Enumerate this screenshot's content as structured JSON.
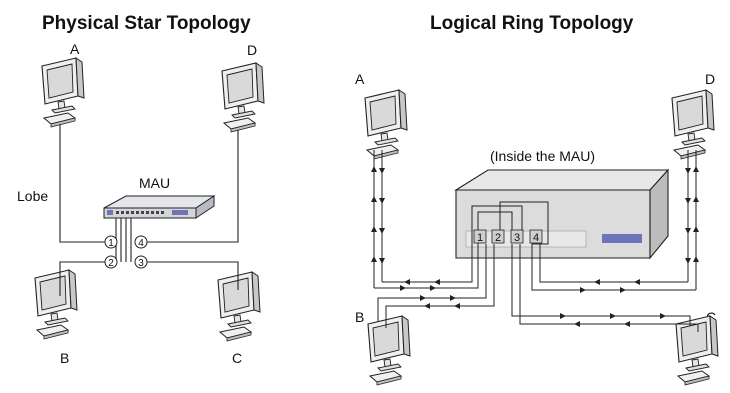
{
  "physical": {
    "title": "Physical Star Topology",
    "nodes": {
      "a": "A",
      "b": "B",
      "c": "C",
      "d": "D"
    },
    "hub_label": "MAU",
    "lobe_label": "Lobe",
    "ports": [
      "1",
      "2",
      "3",
      "4"
    ]
  },
  "logical": {
    "title": "Logical Ring Topology",
    "nodes": {
      "a": "A",
      "b": "B",
      "c": "C",
      "d": "D"
    },
    "inside_label": "(Inside the MAU)",
    "ports": [
      "1",
      "2",
      "3",
      "4"
    ]
  },
  "colors": {
    "monitor_bezel": "#eeeeee",
    "screen": "#d8d8d8",
    "hub_body": "#d4d6dc",
    "hub_accent": "#6f73b8",
    "mau_box": "#dcdcdc"
  }
}
